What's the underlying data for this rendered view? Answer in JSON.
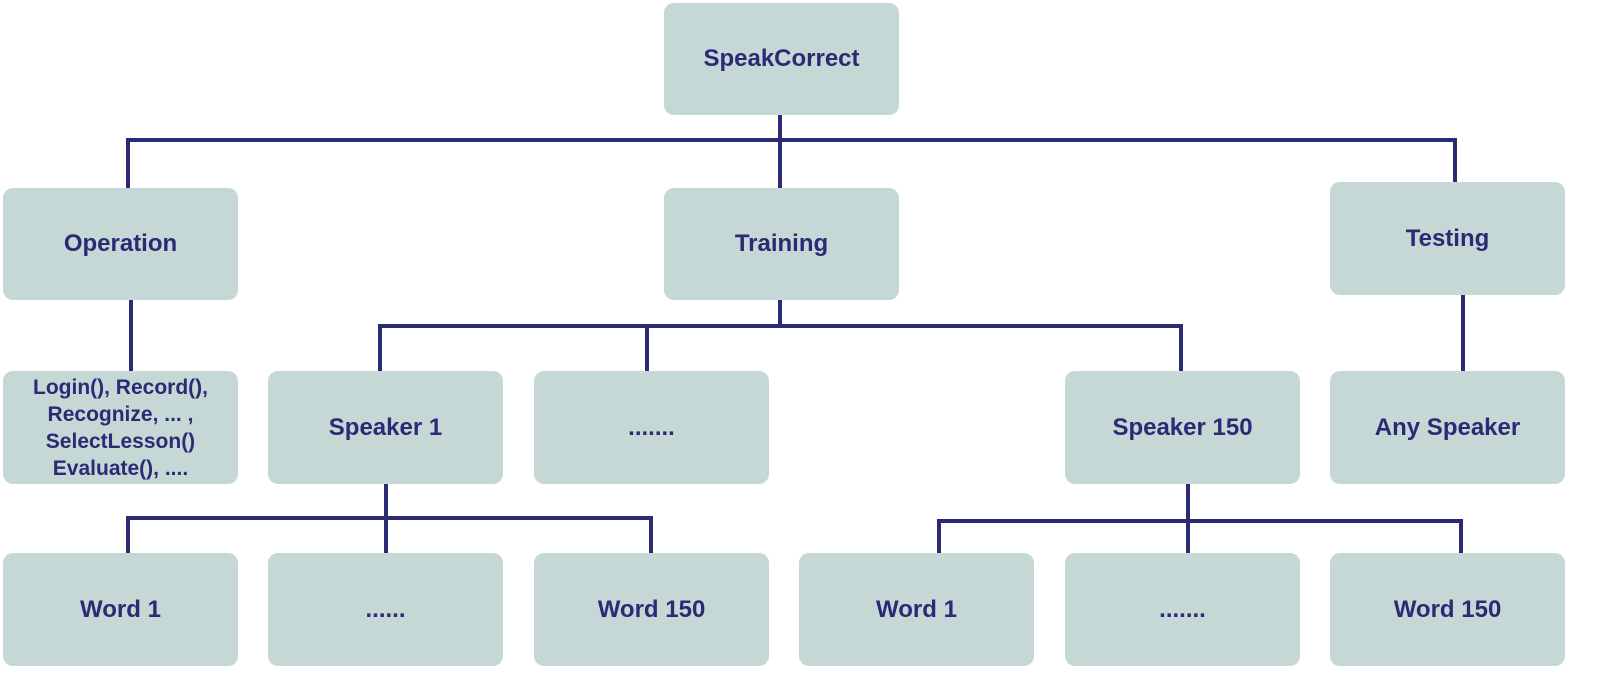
{
  "diagram": {
    "root": "SpeakCorrect",
    "level1": {
      "operation": "Operation",
      "training": "Training",
      "testing": "Testing"
    },
    "operation_detail": "Login(), Record(),\nRecognize, ... ,\nSelectLesson()\n Evaluate(), ....",
    "speakers": {
      "speaker1": "Speaker 1",
      "ellipsis": ".......",
      "speaker150": "Speaker 150",
      "any_speaker": "Any Speaker"
    },
    "words_speaker1": {
      "word1": "Word 1",
      "ellipsis": "......",
      "word150": "Word 150"
    },
    "words_speaker150": {
      "word1": "Word 1",
      "ellipsis": ".......",
      "word150": "Word 150"
    },
    "colors": {
      "node_fill": "#c6d8d5",
      "text": "#2b2a75",
      "connector": "#2b2a75"
    }
  }
}
